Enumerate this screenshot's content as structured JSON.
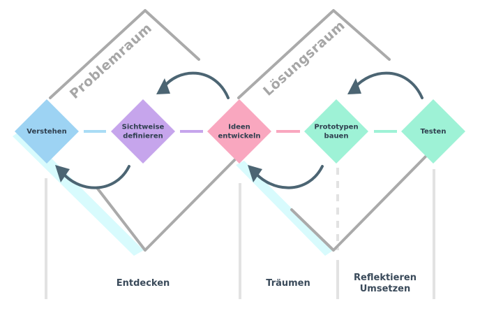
{
  "spaces": {
    "problem": "Problemraum",
    "solution": "Lösungsraum"
  },
  "nodes": [
    {
      "id": "verstehen",
      "lines": [
        "Verstehen"
      ],
      "color": "#9dd3f3"
    },
    {
      "id": "sichtweise",
      "lines": [
        "Sichtweise",
        "definieren"
      ],
      "color": "#c6a5ec"
    },
    {
      "id": "ideen",
      "lines": [
        "Ideen",
        "entwickeln"
      ],
      "color": "#f9a7bf"
    },
    {
      "id": "prototypen",
      "lines": [
        "Prototypen",
        "bauen"
      ],
      "color": "#9ef2d6"
    },
    {
      "id": "testen",
      "lines": [
        "Testen"
      ],
      "color": "#9ef2d6"
    }
  ],
  "phases": {
    "discover": "Entdecken",
    "dream": "Träumen",
    "reflect": [
      "Reflektieren",
      "Umsetzen"
    ]
  },
  "colors": {
    "frame": "#aaaaaa",
    "arrow": "#4c6573",
    "divider": "#e2e2e2",
    "cyan_shadow": "#d8fbfd",
    "link_blue": "#a9dcf5",
    "link_purple": "#c6a5ec",
    "link_pink": "#f9a7bf",
    "link_mint": "#9ef2d6"
  }
}
